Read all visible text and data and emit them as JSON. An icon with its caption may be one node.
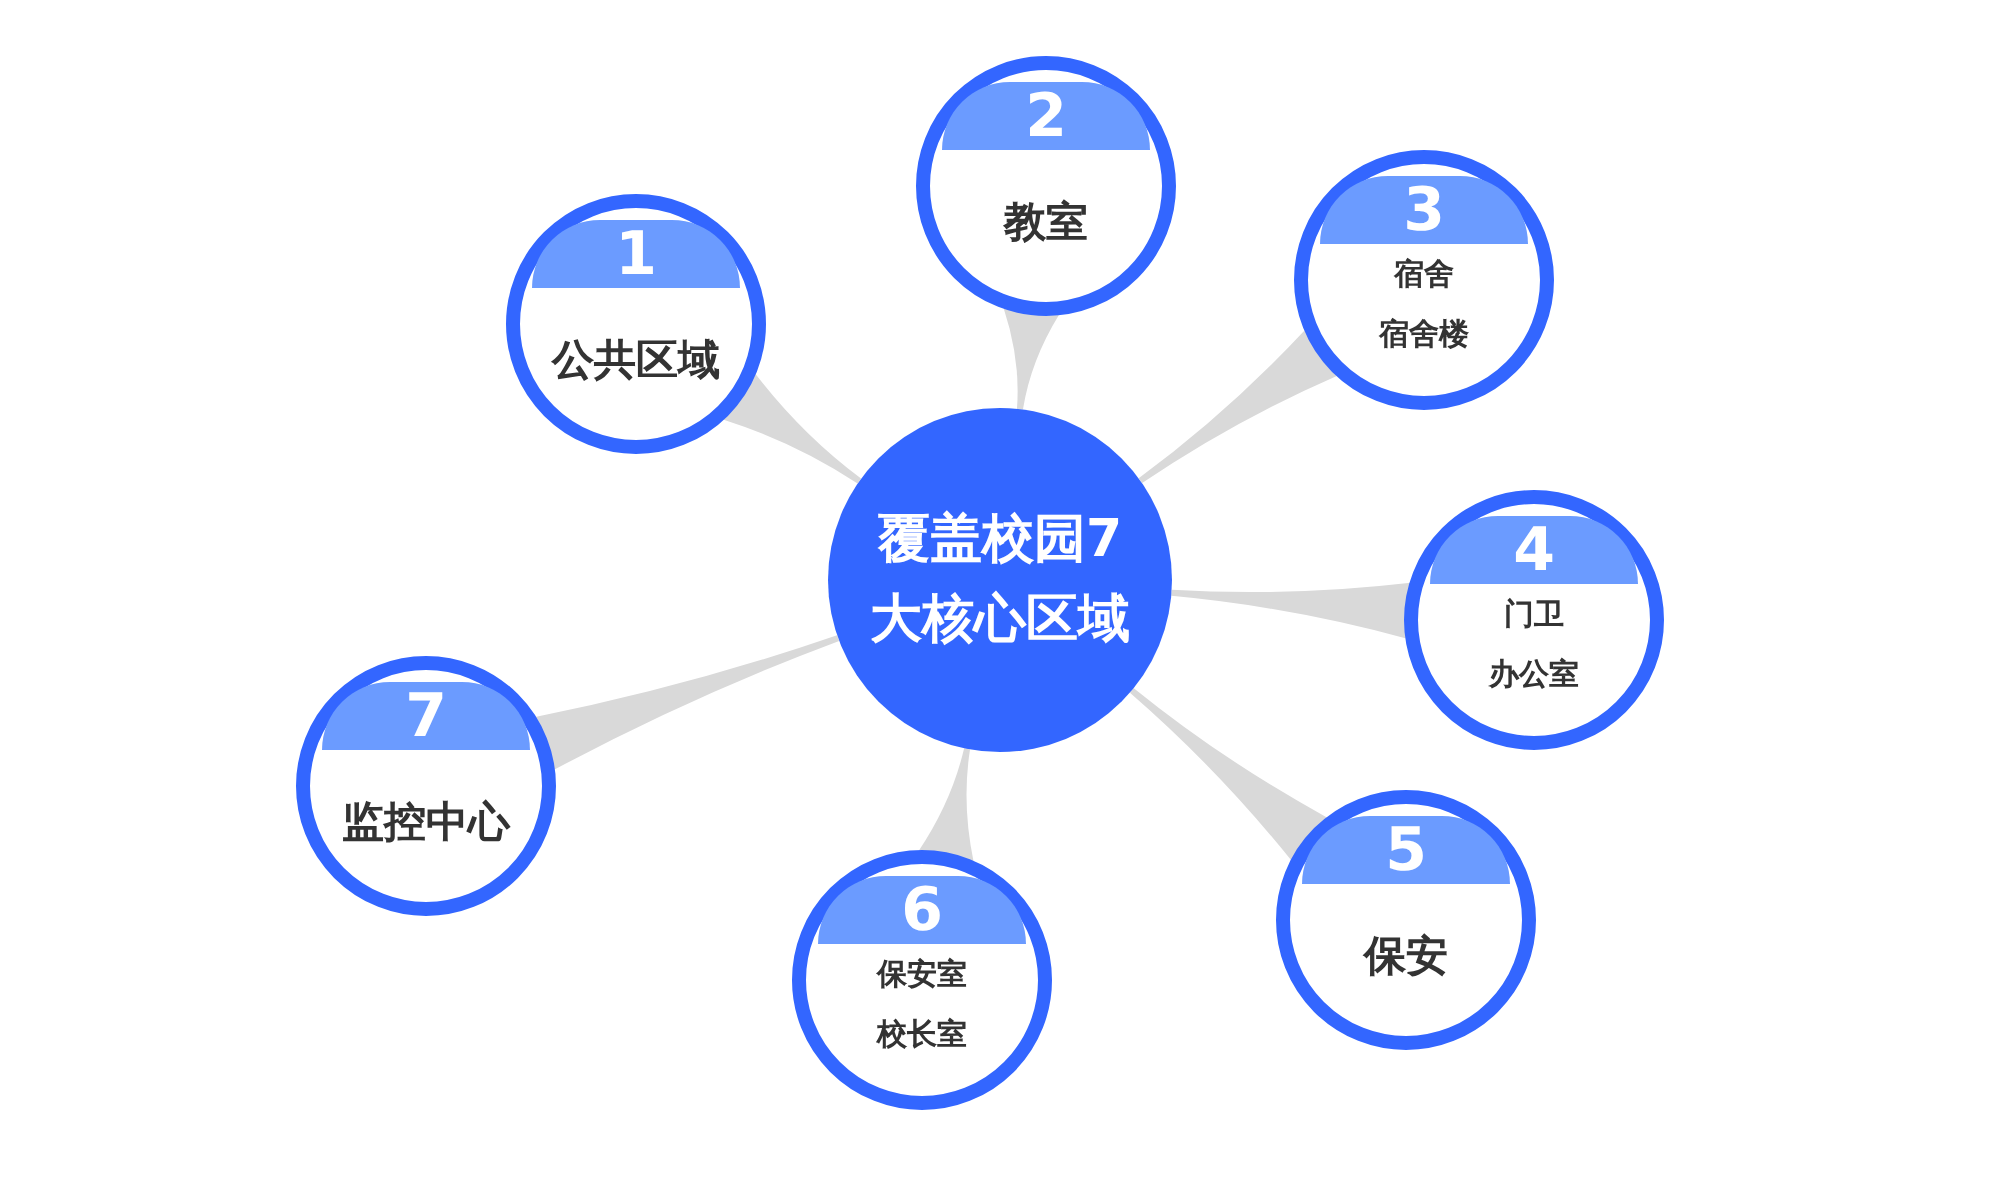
{
  "diagram": {
    "nodes": [
      {
        "text": [
          "覆盖校园7大核心区域"
        ]
      },
      {
        "text": [
          "1",
          "公共区域"
        ]
      },
      {
        "text": [
          "2",
          "教室"
        ]
      },
      {
        "text": [
          "3",
          "宿舍",
          "宿舍楼"
        ]
      },
      {
        "text": [
          "4",
          "门卫",
          "办公室"
        ]
      },
      {
        "text": [
          "5",
          "保安"
        ]
      },
      {
        "text": [
          "6",
          "保安室",
          "校长室"
        ]
      },
      {
        "text": [
          "7",
          "监控中心"
        ]
      }
    ],
    "edges": [
      {
        "from": 0,
        "to": 1,
        "arrow": "none"
      },
      {
        "from": 0,
        "to": 2,
        "arrow": "none"
      },
      {
        "from": 0,
        "to": 3,
        "arrow": "none"
      },
      {
        "from": 0,
        "to": 4,
        "arrow": "none"
      },
      {
        "from": 0,
        "to": 5,
        "arrow": "none"
      },
      {
        "from": 0,
        "to": 6,
        "arrow": "none"
      },
      {
        "from": 0,
        "to": 7,
        "arrow": "none"
      }
    ]
  }
}
